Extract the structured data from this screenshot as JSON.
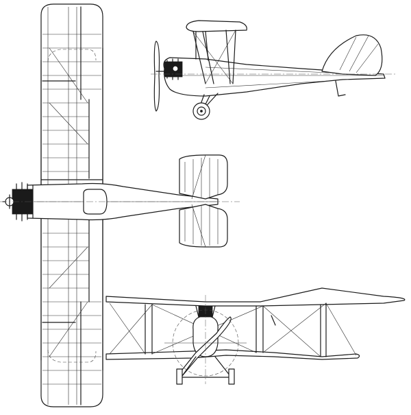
{
  "drawing": {
    "views": [
      {
        "id": "side-view"
      },
      {
        "id": "top-view"
      },
      {
        "id": "front-view"
      }
    ],
    "line_color": "#1a1a1a",
    "background": "#ffffff"
  }
}
